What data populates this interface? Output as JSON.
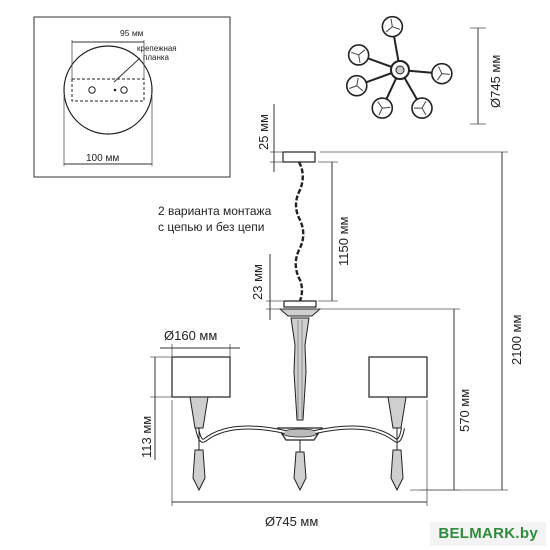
{
  "mount_detail": {
    "bracket_width": "95 мм",
    "bracket_label_line1": "крепежная",
    "bracket_label_line2": "планка",
    "canopy_width": "100 мм"
  },
  "top_view": {
    "diameter": "Ø745 мм"
  },
  "dimensions": {
    "canopy_height": "25 мм",
    "chain_length": "1150 мм",
    "joint_height": "23 мм",
    "total_height": "2100 мм",
    "body_height": "570 мм",
    "shade_diameter": "Ø160 мм",
    "shade_height": "113 мм",
    "overall_diameter": "Ø745 мм"
  },
  "note": {
    "line1": "2 варианта монтажа",
    "line2": "с цепью и без цепи"
  },
  "branding": {
    "logo_text": "BELMARK.by",
    "logo_color": "#2e8b3c"
  }
}
